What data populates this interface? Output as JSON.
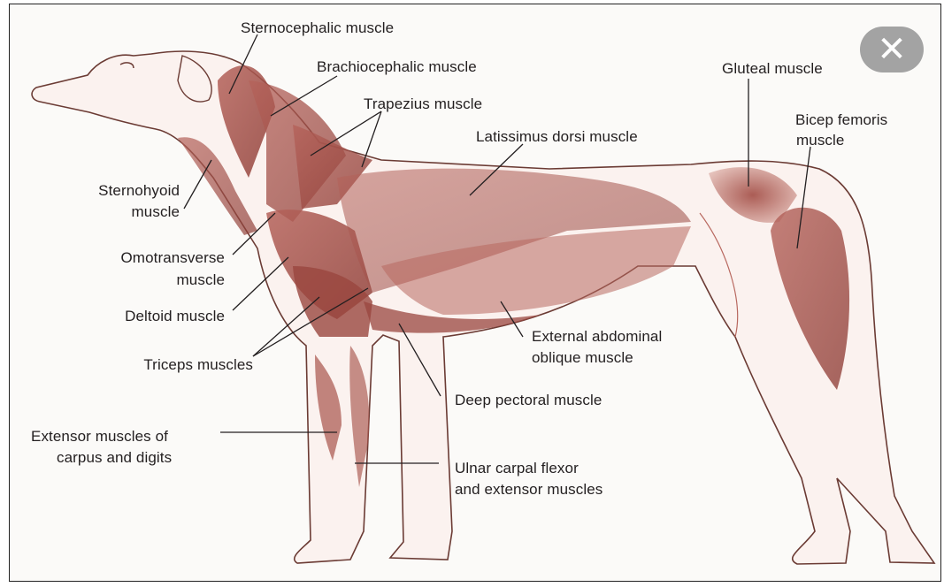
{
  "labels": {
    "sternocephalic": "Sternocephalic muscle",
    "brachiocephalic": "Brachiocephalic muscle",
    "trapezius": "Trapezius muscle",
    "latissimus": "Latissimus dorsi muscle",
    "gluteal": "Gluteal muscle",
    "bicep_line1": "Bicep femoris",
    "bicep_line2": "muscle",
    "sternohyoid_line1": "Sternohyoid",
    "sternohyoid_line2": "muscle",
    "omotransverse_line1": "Omotransverse",
    "omotransverse_line2": "muscle",
    "deltoid": "Deltoid muscle",
    "triceps": "Triceps muscles",
    "external_line1": "External abdominal",
    "external_line2": "oblique muscle",
    "deep_pectoral": "Deep pectoral muscle",
    "extensor_line1": "Extensor muscles of",
    "extensor_line2": "carpus and digits",
    "ulnar_line1": "Ulnar carpal flexor",
    "ulnar_line2": "and extensor muscles"
  },
  "close_button": {
    "icon": "close-icon",
    "glyph": "✕"
  },
  "colors": {
    "muscle": "#a8544c",
    "muscle_light": "#d9a49b",
    "outline": "#6b3b34",
    "background": "#fbfaf8"
  }
}
